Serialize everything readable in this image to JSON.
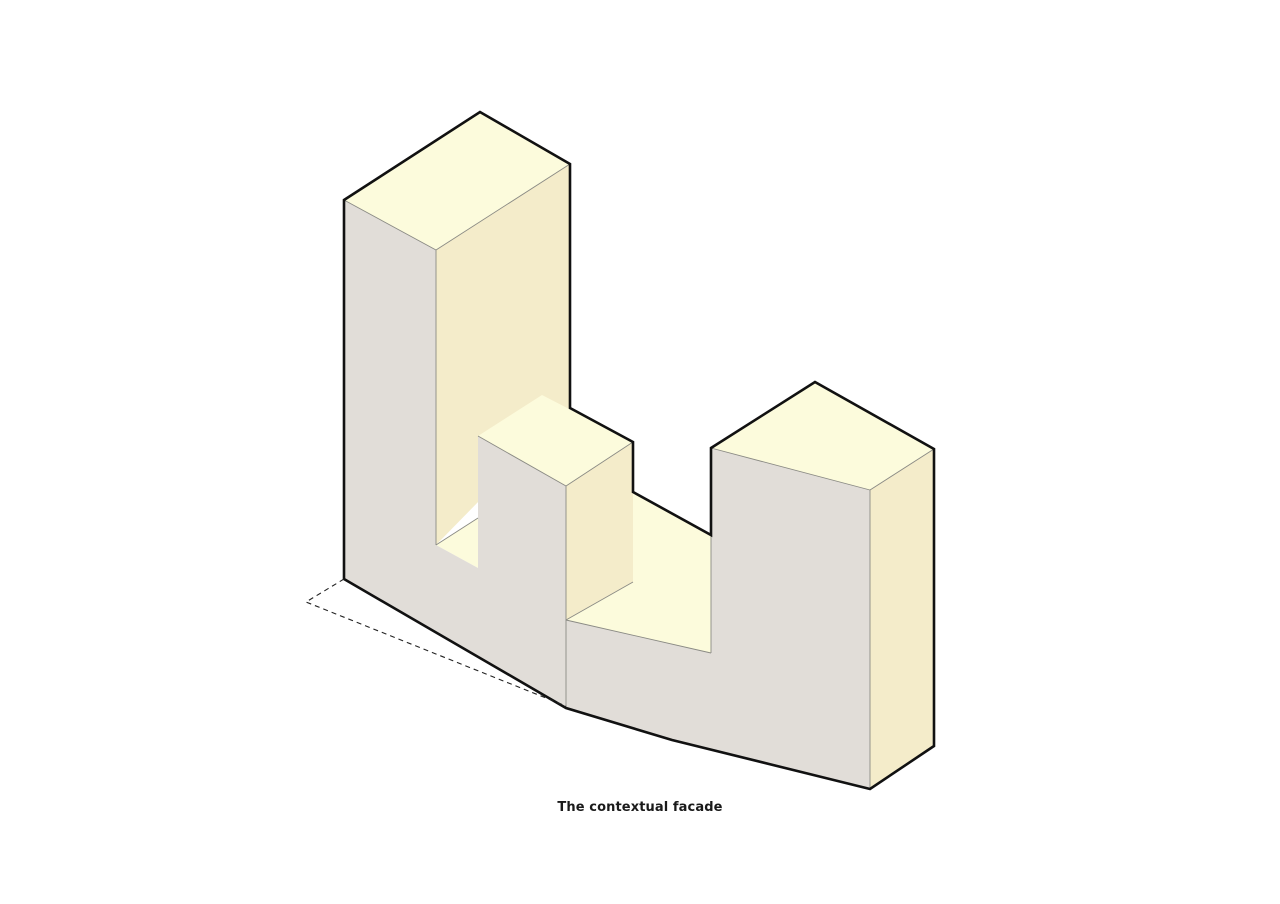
{
  "caption": "The contextual facade",
  "colors": {
    "background": "#ffffff",
    "front_face": "#e1ddd8",
    "top_face": "#fcfbdc",
    "side_face": "#f4ecca",
    "outline": "#111111",
    "thin_edge": "#8a8a84",
    "footprint_dash": "#222222"
  },
  "diagram": {
    "style": "axonometric massing",
    "volumes": [
      "tall-tower",
      "middle-block",
      "low-courtyard",
      "right-block"
    ]
  }
}
